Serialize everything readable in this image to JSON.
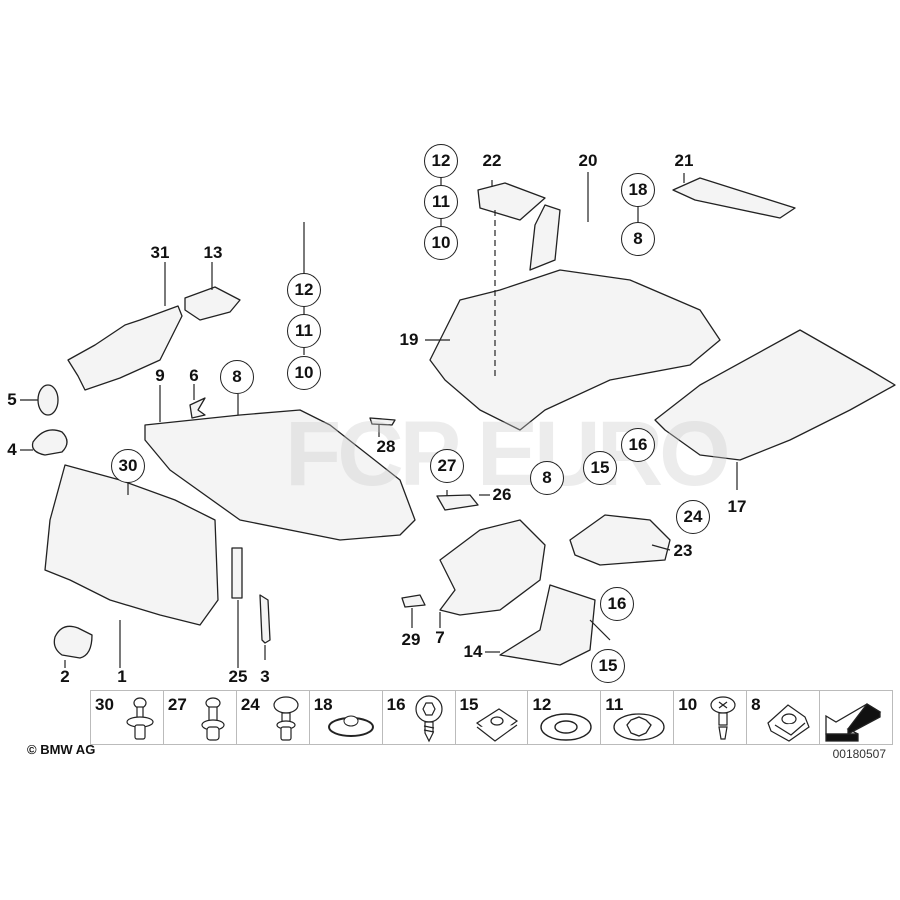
{
  "diagram": {
    "title": "Underbody panelling parts diagram",
    "copyright": "© BMW AG",
    "diagram_id": "00180507",
    "watermark": "FCP EURO",
    "callouts": [
      "1",
      "2",
      "3",
      "4",
      "5",
      "6",
      "7",
      "8",
      "9",
      "10",
      "11",
      "12",
      "13",
      "14",
      "15",
      "16",
      "17",
      "18",
      "19",
      "20",
      "21",
      "22",
      "23",
      "24",
      "25",
      "26",
      "27",
      "28",
      "29",
      "30",
      "31"
    ],
    "circled_callouts": [
      "8",
      "10",
      "11",
      "12",
      "15",
      "16",
      "18",
      "24",
      "27",
      "30"
    ]
  },
  "fastener_strip": {
    "items": [
      {
        "number": "30",
        "icon": "push-rivet-icon"
      },
      {
        "number": "27",
        "icon": "expanding-rivet-icon"
      },
      {
        "number": "24",
        "icon": "plastic-rivet-icon"
      },
      {
        "number": "18",
        "icon": "collar-nut-icon"
      },
      {
        "number": "16",
        "icon": "hex-screw-icon"
      },
      {
        "number": "15",
        "icon": "clip-nut-icon"
      },
      {
        "number": "12",
        "icon": "washer-icon"
      },
      {
        "number": "11",
        "icon": "lock-washer-icon"
      },
      {
        "number": "10",
        "icon": "quarter-turn-fastener-icon"
      },
      {
        "number": "8",
        "icon": "spring-nut-icon"
      },
      {
        "number": "",
        "icon": "direction-arrow-icon"
      }
    ]
  }
}
